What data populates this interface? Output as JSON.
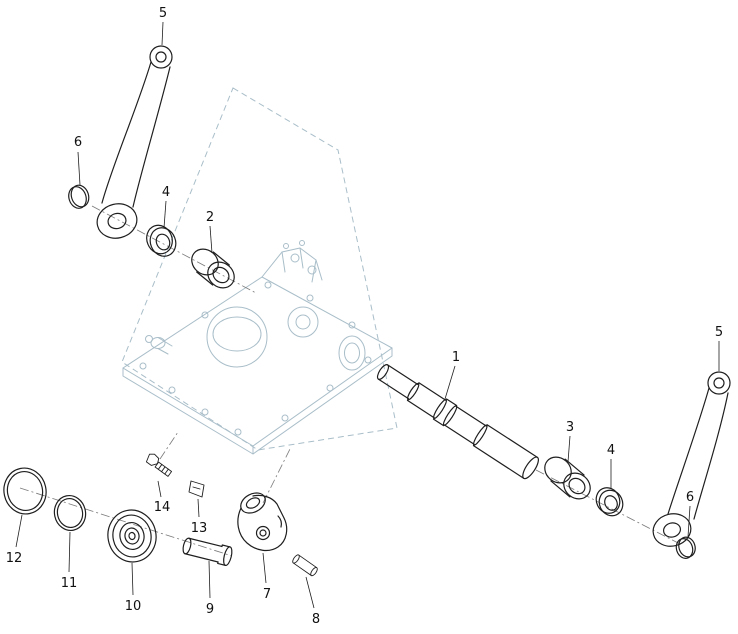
{
  "figure": {
    "type": "exploded-parts-diagram",
    "colors": {
      "background": "#ffffff",
      "part_line": "#1f1f1f",
      "housing_line": "#a9bec9",
      "axis_line": "#7a7a7a",
      "label_color": "#111111"
    },
    "callouts": [
      {
        "label": "5"
      },
      {
        "label": "6"
      },
      {
        "label": "4"
      },
      {
        "label": "2"
      },
      {
        "label": "1"
      },
      {
        "label": "3"
      },
      {
        "label": "4"
      },
      {
        "label": "5"
      },
      {
        "label": "6"
      },
      {
        "label": "12"
      },
      {
        "label": "11"
      },
      {
        "label": "10"
      },
      {
        "label": "14"
      },
      {
        "label": "13"
      },
      {
        "label": "9"
      },
      {
        "label": "7"
      },
      {
        "label": "8"
      }
    ]
  }
}
